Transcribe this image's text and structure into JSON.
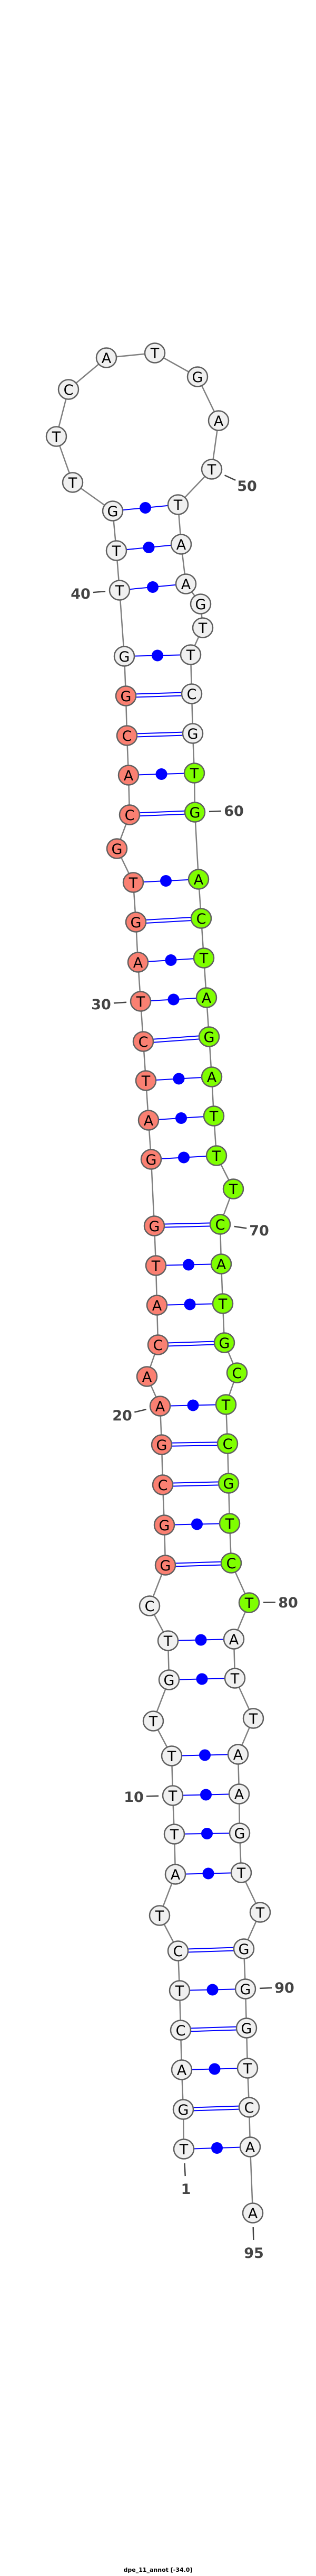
{
  "title": "dpe_11_annot [-34.0]",
  "structure": {
    "nucleotides": [
      "T",
      "G",
      "A",
      "C",
      "T",
      "C",
      "T",
      "A",
      "T",
      "T",
      "T",
      "T",
      "G",
      "T",
      "C",
      "G",
      "G",
      "C",
      "G",
      "A",
      "A",
      "C",
      "A",
      "T",
      "G",
      "G",
      "A",
      "T",
      "C",
      "T",
      "A",
      "G",
      "T",
      "G",
      "C",
      "A",
      "C",
      "G",
      "G",
      "T",
      "T",
      "G",
      "T",
      "T",
      "C",
      "A",
      "T",
      "G",
      "A",
      "T",
      "T",
      "A",
      "A",
      "G",
      "T",
      "T",
      "C",
      "G",
      "T",
      "G",
      "A",
      "C",
      "T",
      "A",
      "G",
      "A",
      "T",
      "T",
      "T",
      "C",
      "A",
      "T",
      "G",
      "C",
      "T",
      "C",
      "G",
      "T",
      "C",
      "T",
      "A",
      "T",
      "T",
      "A",
      "A",
      "G",
      "T",
      "T",
      "G",
      "G",
      "G",
      "T",
      "C",
      "A",
      "A"
    ],
    "pairs": [
      [
        1,
        94
      ],
      [
        2,
        93
      ],
      [
        3,
        92
      ],
      [
        4,
        91
      ],
      [
        5,
        90
      ],
      [
        6,
        89
      ],
      [
        8,
        87
      ],
      [
        9,
        86
      ],
      [
        10,
        85
      ],
      [
        11,
        84
      ],
      [
        13,
        82
      ],
      [
        14,
        81
      ],
      [
        16,
        79
      ],
      [
        17,
        78
      ],
      [
        18,
        77
      ],
      [
        19,
        76
      ],
      [
        20,
        75
      ],
      [
        22,
        73
      ],
      [
        23,
        72
      ],
      [
        24,
        71
      ],
      [
        25,
        70
      ],
      [
        26,
        68
      ],
      [
        27,
        67
      ],
      [
        28,
        66
      ],
      [
        29,
        65
      ],
      [
        30,
        64
      ],
      [
        31,
        63
      ],
      [
        32,
        62
      ],
      [
        33,
        61
      ],
      [
        35,
        60
      ],
      [
        36,
        59
      ],
      [
        37,
        58
      ],
      [
        38,
        57
      ],
      [
        39,
        56
      ],
      [
        40,
        53
      ],
      [
        41,
        52
      ],
      [
        42,
        51
      ]
    ],
    "numbering": [
      "1",
      "10",
      "20",
      "30",
      "40",
      "50",
      "60",
      "70",
      "80",
      "90",
      "95"
    ],
    "highlights": [
      {
        "name": "region-5prime",
        "from": 16,
        "to": 38,
        "color": "#FA8072"
      },
      {
        "name": "region-3prime",
        "from": 59,
        "to": 80,
        "color": "#7FFF00"
      }
    ],
    "colors": {
      "default_fill": "#F0F0F0",
      "node_stroke": "#606060",
      "backbone": "#808080",
      "pair": "#0000FF",
      "number": "#444444"
    }
  }
}
